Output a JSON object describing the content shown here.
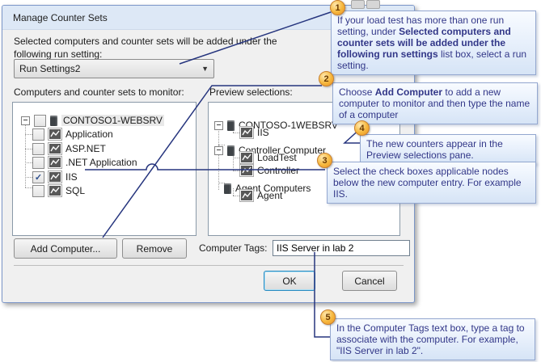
{
  "window": {
    "title": "Manage Counter Sets"
  },
  "dialog": {
    "intro": "Selected computers and counter sets will be added under the following run setting:",
    "run_setting_dropdown": {
      "value": "Run Settings2"
    },
    "monitor_label": "Computers and counter sets to monitor:",
    "preview_label": "Preview selections:",
    "monitor_tree": {
      "root": {
        "label": "CONTOSO1-WEBSRV",
        "checked": false
      },
      "children": [
        {
          "label": "Application",
          "checked": false
        },
        {
          "label": "ASP.NET",
          "checked": false
        },
        {
          "label": ".NET Application",
          "checked": false
        },
        {
          "label": "IIS",
          "checked": true
        },
        {
          "label": "SQL",
          "checked": false
        }
      ]
    },
    "preview_tree": [
      {
        "label": "CONTOSO-1WEBSRV",
        "type": "computer",
        "children": [
          {
            "label": "IIS",
            "type": "counter-set"
          }
        ]
      },
      {
        "label": "Controller Computer",
        "type": "computer",
        "children": [
          {
            "label": "LoadTest",
            "type": "counter-set"
          },
          {
            "label": "Controller",
            "type": "counter-set"
          }
        ]
      },
      {
        "label": "Agent Computers",
        "type": "computer",
        "children": [
          {
            "label": "Agent",
            "type": "counter-set"
          }
        ]
      }
    ],
    "buttons": {
      "add_computer": "Add Computer...",
      "remove": "Remove",
      "ok": "OK",
      "cancel": "Cancel"
    },
    "computer_tags": {
      "label": "Computer Tags:",
      "value": "IIS Server in lab 2"
    }
  },
  "callouts": [
    {
      "number": "1",
      "parts": [
        {
          "t": "If your load test has more than one run setting, under ",
          "b": false
        },
        {
          "t": "Selected computers and counter sets will be added under the following run settings",
          "b": true
        },
        {
          "t": " list box, select a run setting.",
          "b": false
        }
      ]
    },
    {
      "number": "2",
      "parts": [
        {
          "t": "Choose ",
          "b": false
        },
        {
          "t": "Add Computer",
          "b": true
        },
        {
          "t": " to add a new computer to monitor and then type the name of a computer",
          "b": false
        }
      ]
    },
    {
      "number": "3",
      "parts": [
        {
          "t": "Select the check boxes applicable nodes below the new computer entry. For example IIS.",
          "b": false
        }
      ]
    },
    {
      "number": "4",
      "parts": [
        {
          "t": "The new counters appear in the Preview selections pane.",
          "b": false
        }
      ]
    },
    {
      "number": "5",
      "parts": [
        {
          "t": "In the Computer Tags text box, type a tag to associate with the computer. For example, \"IIS Server in lab 2\".",
          "b": false
        }
      ]
    }
  ],
  "colors": {
    "connector_line": "#26357e",
    "callout_background": "#e3eefb",
    "callout_border": "#93a7cf",
    "callout_text": "#323788",
    "number_badge_orange": "#f0a030",
    "titlebar_background": "#dde8f6",
    "dialog_border": "#7b96c8"
  }
}
